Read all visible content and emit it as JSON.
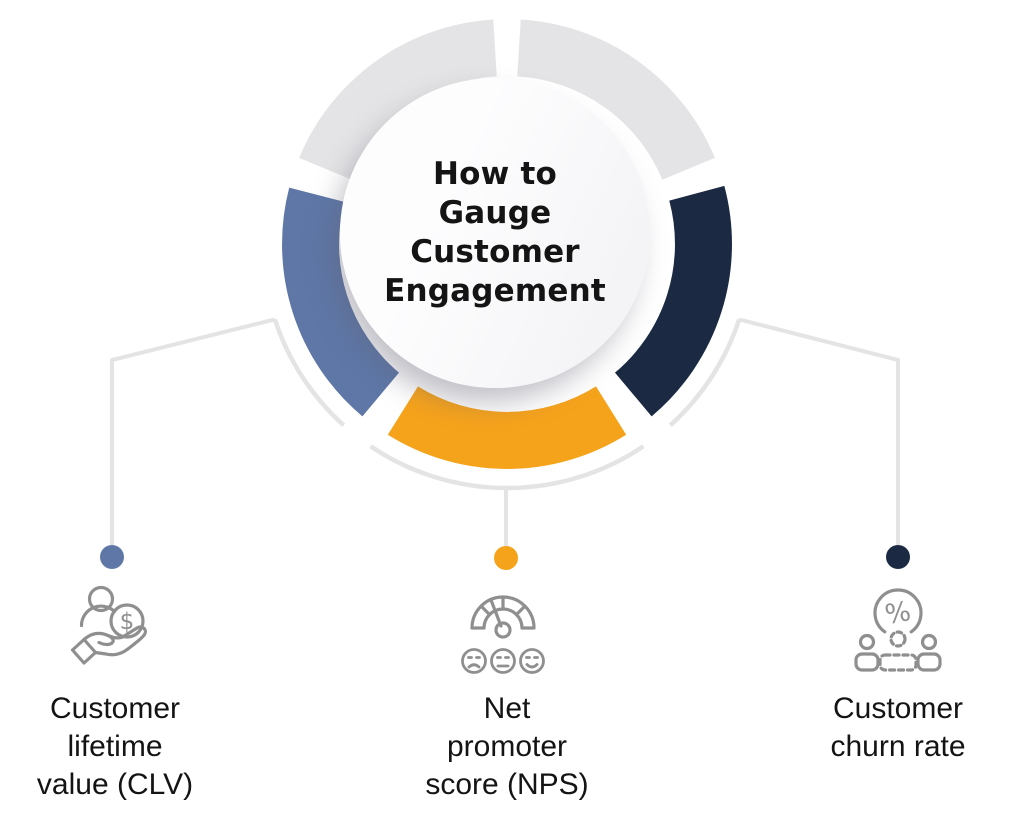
{
  "title": {
    "full": "How to Gauge Customer Engagement",
    "lines": [
      "How to",
      "Gauge",
      "Customer",
      "Engagement"
    ]
  },
  "colors": {
    "background": "#ffffff",
    "segment_gray": "#e4e4e6",
    "segment_navy": "#1b2942",
    "segment_blue": "#5e77a7",
    "segment_orange": "#f6a31c",
    "connector_gray": "#e4e4e4",
    "icon_gray": "#8f8f8f",
    "text_dark": "#141414"
  },
  "ring": {
    "segments": [
      {
        "name": "gray-top-right",
        "color": "#e4e4e6"
      },
      {
        "name": "navy-right",
        "color": "#1b2942"
      },
      {
        "name": "orange-bottom",
        "color": "#f6a31c"
      },
      {
        "name": "blue-left",
        "color": "#5e77a7"
      },
      {
        "name": "gray-top-left",
        "color": "#e4e4e6"
      }
    ]
  },
  "items": [
    {
      "id": "clv",
      "icon": "hand-person-dollar-icon",
      "icon_glyph": "$",
      "dot_color": "#5e77a7",
      "label": "Customer lifetime value (CLV)",
      "lines": [
        "Customer",
        "lifetime",
        "value (CLV)"
      ]
    },
    {
      "id": "nps",
      "icon": "gauge-smileys-icon",
      "dot_color": "#f6a31c",
      "label": "Net promoter score (NPS)",
      "lines": [
        "Net",
        "promoter",
        "score (NPS)"
      ]
    },
    {
      "id": "churn",
      "icon": "people-percent-icon",
      "icon_glyph": "%",
      "dot_color": "#1b2942",
      "label": "Customer churn rate",
      "lines": [
        "Customer",
        "churn rate"
      ]
    }
  ]
}
